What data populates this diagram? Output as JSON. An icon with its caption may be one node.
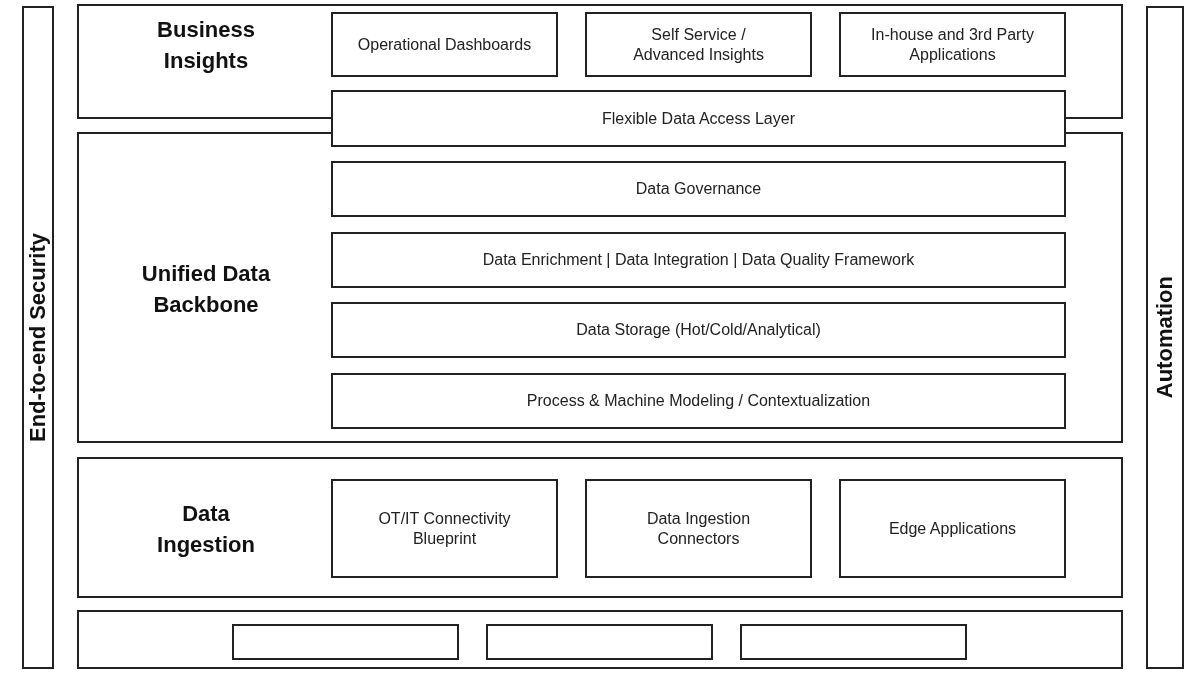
{
  "diagram": {
    "nodes": [
      {
        "text": [
          "End-to-end Security"
        ]
      },
      {
        "text": [
          "Business Insights"
        ]
      },
      {
        "text": [
          "Operational Dashboards"
        ],
        "in": 1
      },
      {
        "text": [
          "Self Service / Advanced Insights"
        ],
        "in": 1
      },
      {
        "text": [
          "In-house and 3rd Party Applications"
        ],
        "in": 1
      },
      {
        "text": [
          "Flexible Data Access Layer"
        ]
      },
      {
        "text": [
          "Unified Data Backbone"
        ]
      },
      {
        "text": [
          "Data Governance"
        ],
        "in": 6
      },
      {
        "text": [
          "Data Enrichment | Data Integration | Data Quality Framework"
        ],
        "in": 6
      },
      {
        "text": [
          "Data Storage (Hot/Cold/Analytical)"
        ],
        "in": 6
      },
      {
        "text": [
          "Process & Machine Modeling / Contextualization"
        ],
        "in": 6
      },
      {
        "text": [
          "Data Ingestion"
        ]
      },
      {
        "text": [
          "OT/IT Connectivity Blueprint"
        ],
        "in": 11
      },
      {
        "text": [
          "Data Ingestion Connectors"
        ],
        "in": 11
      },
      {
        "text": [
          "Edge Applications"
        ],
        "in": 11
      },
      {
        "text": [],
        "shape": "box"
      },
      {
        "text": [],
        "shape": "box",
        "in": 15
      },
      {
        "text": [],
        "shape": "box",
        "in": 15
      },
      {
        "text": [],
        "shape": "box",
        "in": 15
      },
      {
        "text": [
          "Automation"
        ]
      }
    ]
  }
}
